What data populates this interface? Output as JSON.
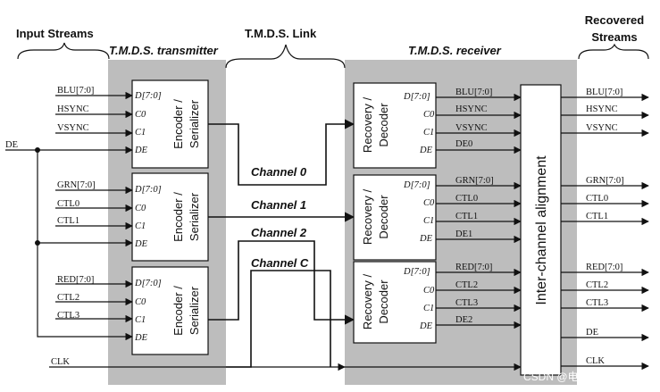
{
  "headers": {
    "input_streams": "Input Streams",
    "transmitter": "T.M.D.S. transmitter",
    "link": "T.M.D.S. Link",
    "receiver": "T.M.D.S. receiver",
    "recovered_line1": "Recovered",
    "recovered_line2": "Streams"
  },
  "inputs": {
    "blu": "BLU[7:0]",
    "hsync": "HSYNC",
    "vsync": "VSYNC",
    "de": "DE",
    "grn": "GRN[7:0]",
    "ctl0": "CTL0",
    "ctl1": "CTL1",
    "red": "RED[7:0]",
    "ctl2": "CTL2",
    "ctl3": "CTL3",
    "clk": "CLK"
  },
  "encoder_ports": {
    "d": "D[7:0]",
    "c0": "C0",
    "c1": "C1",
    "de": "DE"
  },
  "encoder_label_line1": "Encoder /",
  "encoder_label_line2": "Serializer",
  "decoder_label_line1": "Recovery /",
  "decoder_label_line2": "Decoder",
  "channels": {
    "ch0": "Channel 0",
    "ch1": "Channel 1",
    "ch2": "Channel 2",
    "chc": "Channel C"
  },
  "decoder_outputs": {
    "d0": [
      "BLU[7:0]",
      "HSYNC",
      "VSYNC",
      "DE0"
    ],
    "d1": [
      "GRN[7:0]",
      "CTL0",
      "CTL1",
      "DE1"
    ],
    "d2": [
      "RED[7:0]",
      "CTL2",
      "CTL3",
      "DE2"
    ]
  },
  "alignment_label": "Inter-channel alignment",
  "outputs": [
    "BLU[7:0]",
    "HSYNC",
    "VSYNC",
    "GRN[7:0]",
    "CTL0",
    "CTL1",
    "RED[7:0]",
    "CTL2",
    "CTL3",
    "DE",
    "CLK"
  ],
  "watermark": "CSDN @电路_fpga"
}
